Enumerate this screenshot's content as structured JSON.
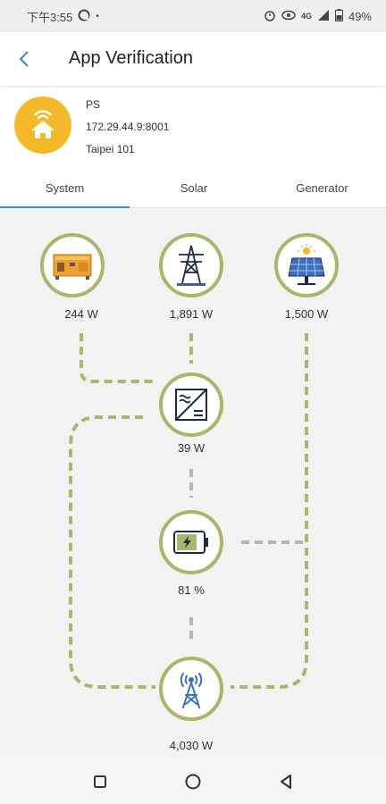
{
  "status_bar": {
    "time": "下午3:55",
    "battery": "49%"
  },
  "app_bar": {
    "title": "App Verification"
  },
  "plant": {
    "name": "PS",
    "address": "172.29.44.9:8001",
    "location": "Taipei 101"
  },
  "tabs": [
    {
      "label": "System",
      "active": true
    },
    {
      "label": "Solar",
      "active": false
    },
    {
      "label": "Generator",
      "active": false
    }
  ],
  "flow": {
    "generator": {
      "value": "244 W",
      "icon": "generator-icon"
    },
    "grid": {
      "value": "1,891 W",
      "icon": "power-tower-icon"
    },
    "solar": {
      "value": "1,500 W",
      "icon": "solar-panel-icon"
    },
    "inverter": {
      "value": "39 W",
      "icon": "inverter-icon"
    },
    "battery": {
      "value": "81 %",
      "icon": "battery-icon"
    },
    "load": {
      "value": "4,030 W",
      "icon": "antenna-tower-icon"
    }
  },
  "colors": {
    "accent": "#2c8fd6",
    "node_ring": "#a7b86a",
    "flow_line": "#a7b86a",
    "idle_line": "#b5b5b5",
    "avatar": "#f4b928"
  }
}
